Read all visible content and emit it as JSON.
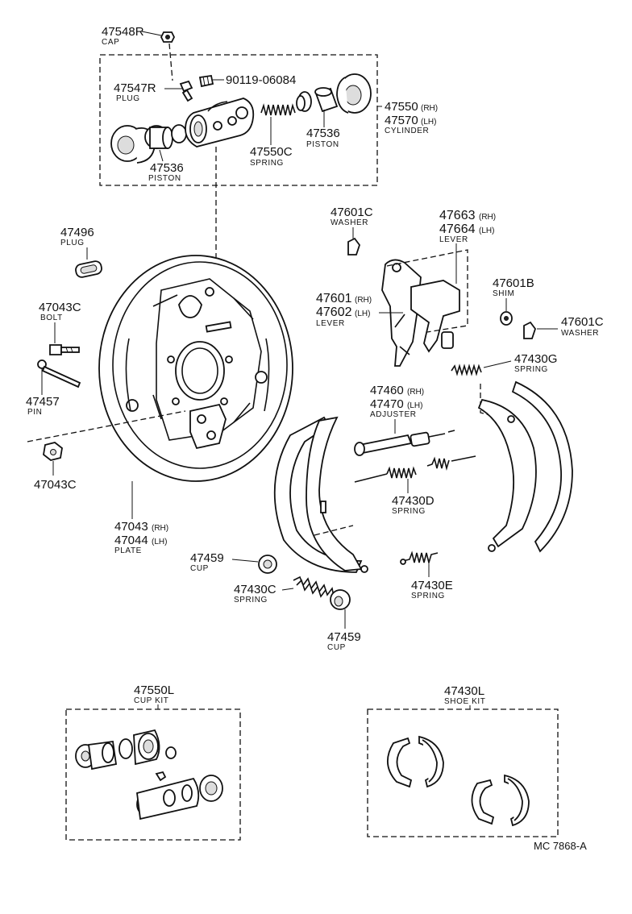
{
  "diagram": {
    "parts": [
      {
        "id": "cap",
        "number": "47548R",
        "name": "CAP",
        "side": ""
      },
      {
        "id": "bleeder",
        "number": "90119-06084",
        "name": "",
        "side": ""
      },
      {
        "id": "plug-cyl",
        "number": "47547R",
        "name": "PLUG",
        "side": ""
      },
      {
        "id": "cylinder-rh",
        "number": "47550",
        "name": "",
        "side": "(RH)"
      },
      {
        "id": "cylinder-lh",
        "number": "47570",
        "name": "CYLINDER",
        "side": "(LH)"
      },
      {
        "id": "piston-right",
        "number": "47536",
        "name": "PISTON",
        "side": ""
      },
      {
        "id": "spring-cyl",
        "number": "47550C",
        "name": "SPRING",
        "side": ""
      },
      {
        "id": "piston-left",
        "number": "47536",
        "name": "PISTON",
        "side": ""
      },
      {
        "id": "plug-plate",
        "number": "47496",
        "name": "PLUG",
        "side": ""
      },
      {
        "id": "bolt",
        "number": "47043C",
        "name": "BOLT",
        "side": ""
      },
      {
        "id": "pin",
        "number": "47457",
        "name": "PIN",
        "side": ""
      },
      {
        "id": "nut",
        "number": "47043C",
        "name": "",
        "side": ""
      },
      {
        "id": "plate-rh",
        "number": "47043",
        "name": "",
        "side": "(RH)"
      },
      {
        "id": "plate-lh",
        "number": "47044",
        "name": "PLATE",
        "side": "(LH)"
      },
      {
        "id": "washer-top",
        "number": "47601C",
        "name": "WASHER",
        "side": ""
      },
      {
        "id": "lever-a-rh",
        "number": "47663",
        "name": "",
        "side": "(RH)"
      },
      {
        "id": "lever-a-lh",
        "number": "47664",
        "name": "LEVER",
        "side": "(LH)"
      },
      {
        "id": "lever-b-rh",
        "number": "47601",
        "name": "",
        "side": "(RH)"
      },
      {
        "id": "lever-b-lh",
        "number": "47602",
        "name": "LEVER",
        "side": "(LH)"
      },
      {
        "id": "shim",
        "number": "47601B",
        "name": "SHIM",
        "side": ""
      },
      {
        "id": "washer-right",
        "number": "47601C",
        "name": "WASHER",
        "side": ""
      },
      {
        "id": "spring-g",
        "number": "47430G",
        "name": "SPRING",
        "side": ""
      },
      {
        "id": "adjuster-rh",
        "number": "47460",
        "name": "",
        "side": "(RH)"
      },
      {
        "id": "adjuster-lh",
        "number": "47470",
        "name": "ADJUSTER",
        "side": "(LH)"
      },
      {
        "id": "spring-d",
        "number": "47430D",
        "name": "SPRING",
        "side": ""
      },
      {
        "id": "cup-upper",
        "number": "47459",
        "name": "CUP",
        "side": ""
      },
      {
        "id": "spring-c",
        "number": "47430C",
        "name": "SPRING",
        "side": ""
      },
      {
        "id": "cup-lower",
        "number": "47459",
        "name": "CUP",
        "side": ""
      },
      {
        "id": "spring-e",
        "number": "47430E",
        "name": "SPRING",
        "side": ""
      }
    ],
    "kits": [
      {
        "id": "cup-kit",
        "number": "47550L",
        "name": "CUP KIT"
      },
      {
        "id": "shoe-kit",
        "number": "47430L",
        "name": "SHOE KIT"
      }
    ],
    "reference": "MC 7868-A"
  }
}
